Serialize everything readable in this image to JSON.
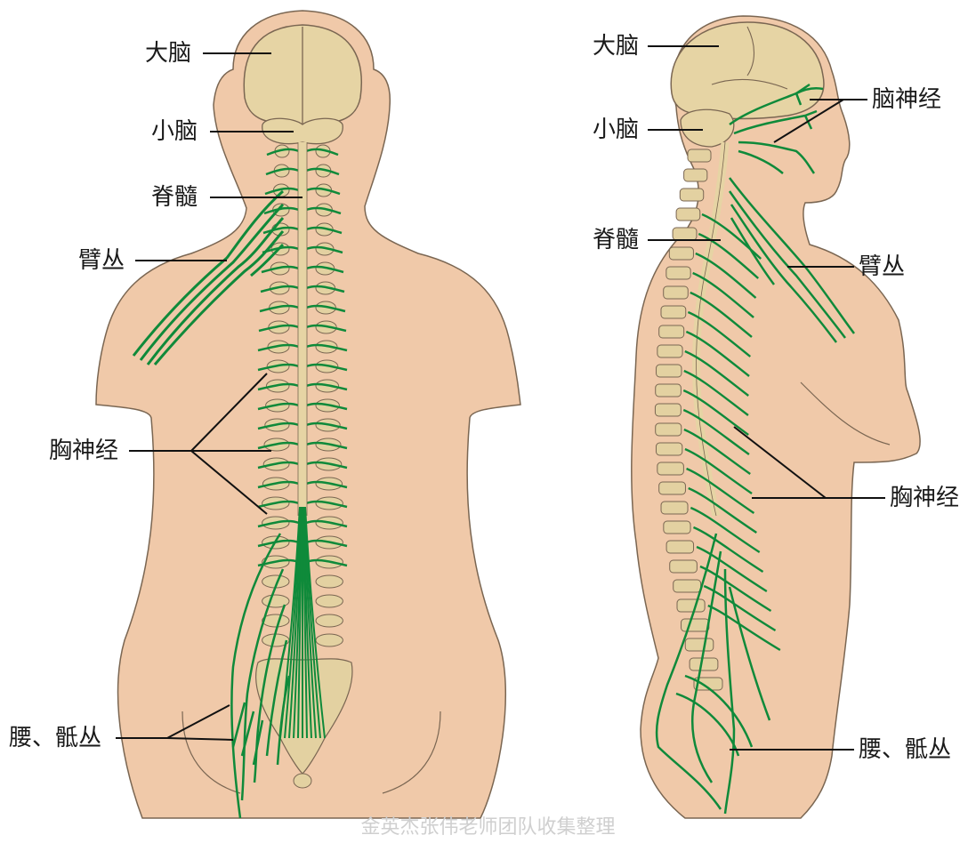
{
  "colors": {
    "skin": "#f0c9a9",
    "skin_outline": "#7a6652",
    "brain": "#e6d4a4",
    "bone": "#e3d1a1",
    "nerve": "#0f8a3a",
    "leader": "#111111",
    "watermark": "#cfcfcf"
  },
  "back_view": {
    "labels": {
      "cerebrum": "大脑",
      "cerebellum": "小脑",
      "spinal_cord": "脊髓",
      "brachial_plexus": "臂丛",
      "thoracic_nerves": "胸神经",
      "lumbosacral_plexus": "腰、骶丛"
    }
  },
  "side_view": {
    "labels": {
      "cerebrum": "大脑",
      "cerebellum": "小脑",
      "cranial_nerves": "脑神经",
      "spinal_cord": "脊髓",
      "brachial_plexus": "臂丛",
      "thoracic_nerves": "胸神经",
      "lumbosacral_plexus": "腰、骶丛"
    }
  },
  "watermark": "金英杰张伟老师团队收集整理"
}
